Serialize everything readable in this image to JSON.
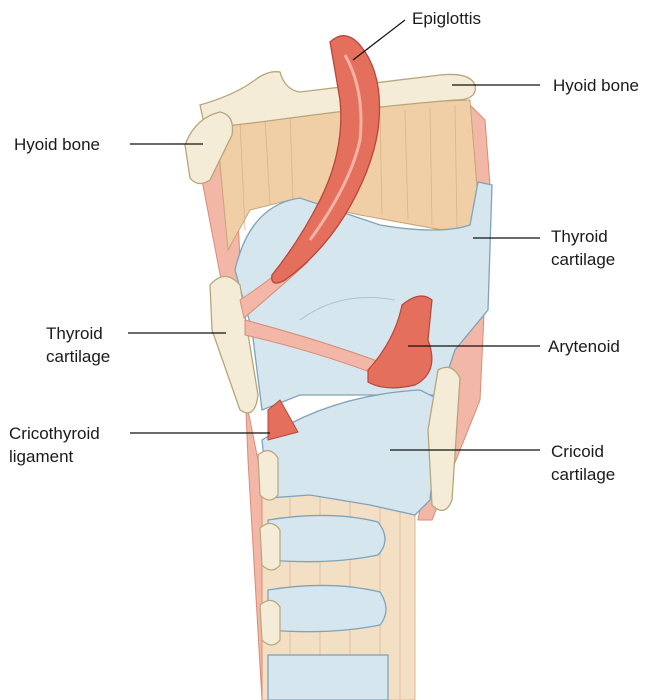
{
  "labels": {
    "epiglottis": "Epiglottis",
    "hyoid_bone_right": "Hyoid bone",
    "hyoid_bone_left": "Hyoid bone",
    "thyroid_cartilage_right": "Thyroid\ncartilage",
    "thyroid_cartilage_left": "Thyroid\ncartilage",
    "arytenoid": "Arytenoid",
    "cricothyroid_ligament": "Cricothyroid\nligament",
    "cricoid_cartilage": "Cricoid\ncartilage"
  },
  "colors": {
    "cartilage_blue": "#d6e6ef",
    "cartilage_edge": "#7fa3b8",
    "bone_cream": "#f4ecd6",
    "bone_edge": "#b7a57c",
    "muscle_tan": "#f0cfa6",
    "tissue_pink": "#f2b7a6",
    "epiglottis_red": "#e46f5c",
    "trachea_tan": "#f3dfc4"
  }
}
